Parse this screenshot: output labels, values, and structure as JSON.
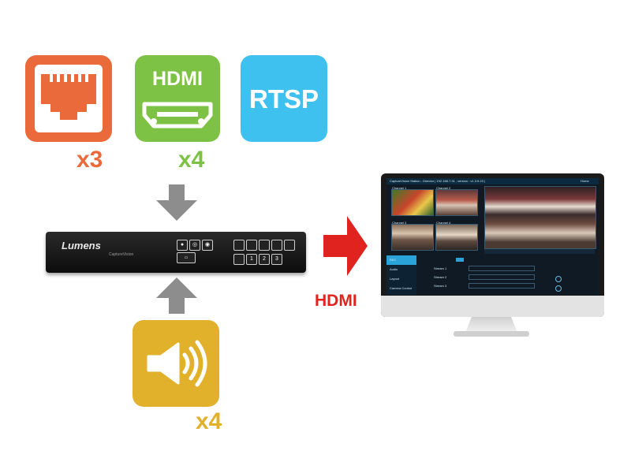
{
  "inputs": {
    "ethernet": {
      "count_label": "x3",
      "color": "#ea6a3b"
    },
    "hdmi": {
      "label": "HDMI",
      "count_label": "x4",
      "color": "#7dc245"
    },
    "rtsp": {
      "label": "RTSP",
      "color": "#3ec1ef"
    },
    "audio": {
      "count_label": "x4",
      "color": "#e2b12b"
    }
  },
  "device": {
    "brand": "Lumens",
    "model": "CaptureVision"
  },
  "output": {
    "label": "HDMI",
    "color": "#e0231e"
  },
  "monitor_ui": {
    "title_bar": "CaptureVision Station - Director | 192.168.7.31 , version : v1.3.9.23 |",
    "home": "Home",
    "channels": [
      "Channel 1",
      "Channel 2",
      "Channel 3",
      "Channel 4"
    ],
    "sidebar": [
      "REC",
      "Audio",
      "Layout",
      "Camera Control"
    ],
    "stream_rows": [
      "Stream 1",
      "Stream 2",
      "Stream 3"
    ]
  }
}
